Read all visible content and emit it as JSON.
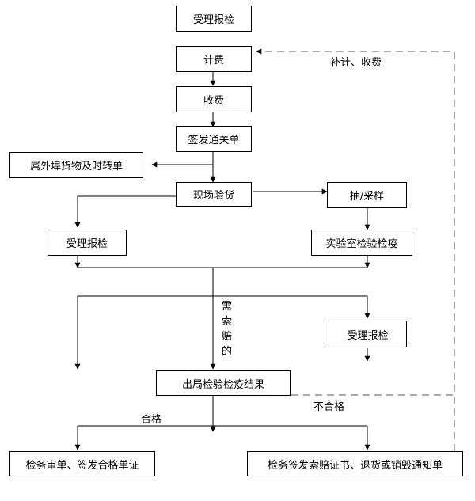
{
  "diagram": {
    "nodes": {
      "accept_top": "受理报检",
      "calc_fee": "计费",
      "collect_fee": "收费",
      "customs_form": "签发通关单",
      "other_port": "属外埠货物及时转单",
      "onsite_inspect": "现场验货",
      "sampling": "抽/采样",
      "accept_left": "受理报检",
      "lab_test": "实验室检验检疫",
      "accept_mid": "受理报检",
      "result": "出局检验检疫结果",
      "pass_cert": "检务审单、签发合格单证",
      "fail_notice": "检务签发索赔证书、退货或销毁通知单"
    },
    "labels": {
      "supplement": "补计、收费",
      "claim": "需索赔的",
      "pass": "合格",
      "fail": "不合格"
    }
  }
}
